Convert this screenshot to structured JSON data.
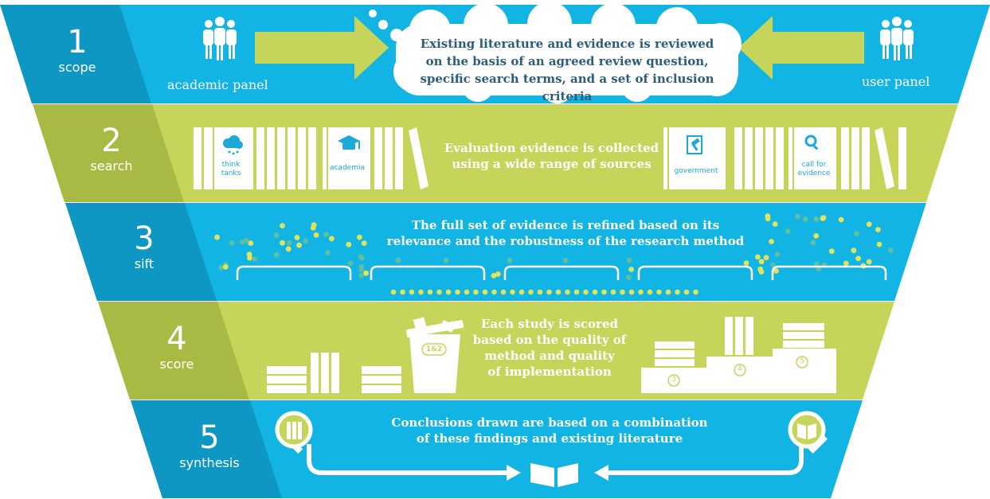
{
  "colors": {
    "blue": "#12b4e4",
    "blue_dark": "#0f97c4",
    "green": "#c6d55a",
    "green_dark": "#a9ba44",
    "white": "#ffffff",
    "dot_yellow": "#e1e35a",
    "dot_teal": "#5fbfa0"
  },
  "steps": [
    {
      "number": "1",
      "label": "scope"
    },
    {
      "number": "2",
      "label": "search"
    },
    {
      "number": "3",
      "label": "sift"
    },
    {
      "number": "4",
      "label": "score"
    },
    {
      "number": "5",
      "label": "synthesis"
    }
  ],
  "scope": {
    "academic_panel": "academic panel",
    "user_panel": "user panel",
    "cloud_lines": [
      "Existing literature and evidence is reviewed",
      "on the basis of an agreed review question,",
      "specific search terms, and a set of inclusion criteria"
    ],
    "panel_icon": "people-icon"
  },
  "search": {
    "lines": [
      "Evaluation evidence is collected",
      "using a wide range of sources"
    ],
    "sources": [
      {
        "label": "think tanks",
        "icon": "cloud-icon"
      },
      {
        "label": "academia",
        "icon": "graduation-cap-icon"
      },
      {
        "label": "government",
        "icon": "gavel-icon"
      },
      {
        "label": "call for evidence",
        "icon": "magnifier-icon"
      }
    ]
  },
  "sift": {
    "lines": [
      "The full set of evidence is refined based on its",
      "relevance and the robustness of the research method"
    ]
  },
  "score": {
    "lines": [
      "Each study is scored",
      "based on the quality of",
      "method and quality",
      "of implementation"
    ],
    "bin_label": "1&2",
    "podium": [
      "3",
      "4",
      "5"
    ]
  },
  "synthesis": {
    "lines": [
      "Conclusions drawn are based on a combination",
      "of these findings and existing literature"
    ],
    "icons": [
      "books-icon",
      "open-book-icon"
    ]
  }
}
